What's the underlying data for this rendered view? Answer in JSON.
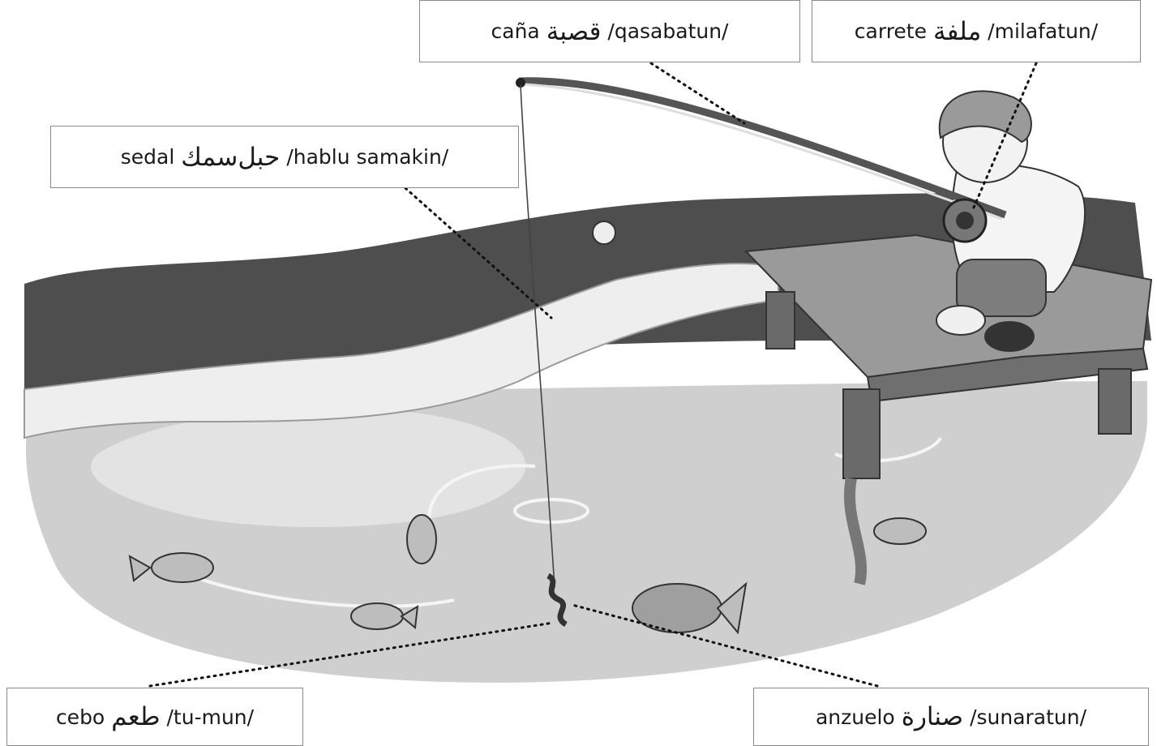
{
  "labels": {
    "cana": {
      "spanish": "caña",
      "arabic": "قصبة",
      "translit": "/qasabatun/"
    },
    "carrete": {
      "spanish": "carrete",
      "arabic": "ملفة",
      "translit": "/milafatun/"
    },
    "sedal": {
      "spanish": "sedal",
      "arabic": "حبل‌سمك",
      "translit": "/hablu samakin/"
    },
    "cebo": {
      "spanish": "cebo",
      "arabic": "طعم",
      "translit": "/tu-mun/"
    },
    "anzuelo": {
      "spanish": "anzuelo",
      "arabic": "صنارة",
      "translit": "/sunaratun/"
    }
  },
  "colors": {
    "bank_dark": "#4d4d4d",
    "water": "#c9c9c9",
    "water_light": "#dedede",
    "dock": "#7a7a7a",
    "leader_line": "#111111"
  }
}
